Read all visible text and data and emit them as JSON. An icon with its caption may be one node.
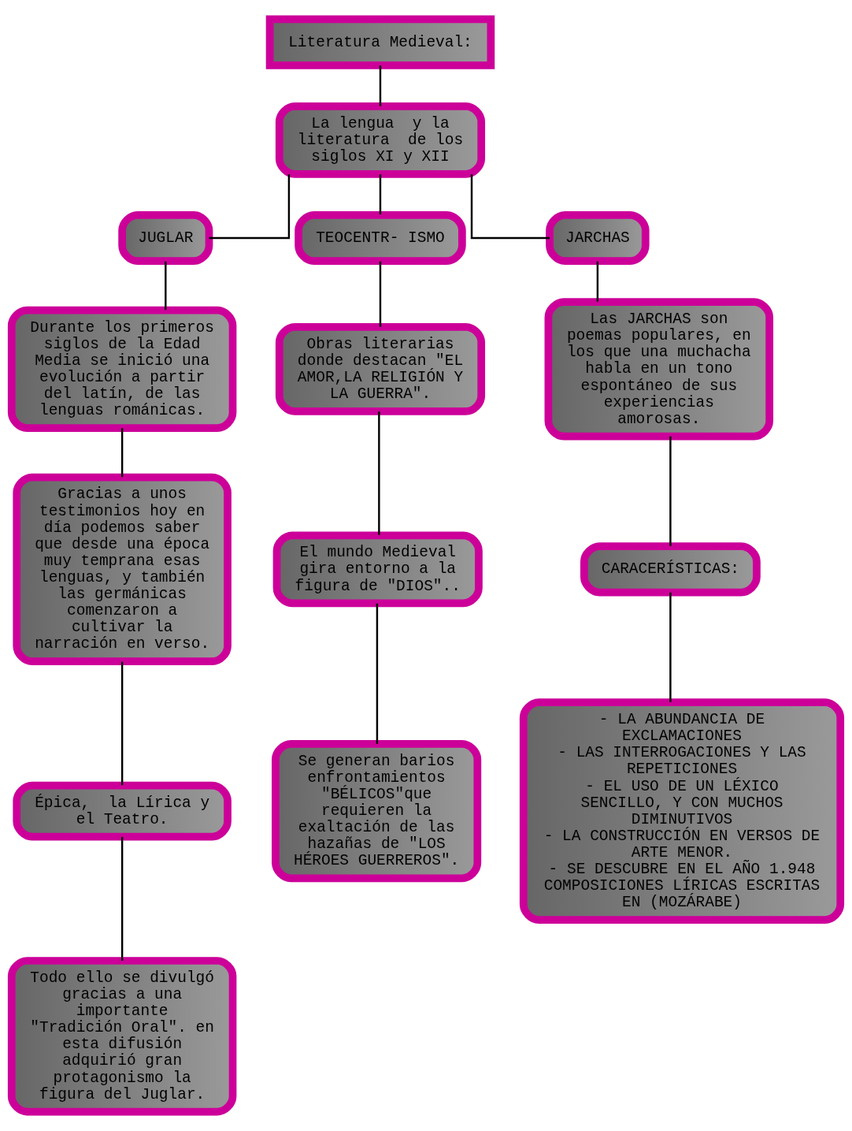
{
  "diagram": {
    "nodes": [
      {
        "text": [
          "Literatura Medieval:"
        ]
      },
      {
        "text": [
          "La lengua  y la literatura  de los siglos XI y XII"
        ]
      },
      {
        "text": [
          "JUGLAR"
        ]
      },
      {
        "text": [
          "TEOCENTR- ISMO"
        ]
      },
      {
        "text": [
          "JARCHAS"
        ]
      },
      {
        "text": [
          "Durante los primeros siglos de la Edad Media se inició una evolución a partir del latín, de las lenguas románicas."
        ]
      },
      {
        "text": [
          "Gracias a unos testimonios hoy en día podemos saber que desde una época muy temprana esas lenguas, y también las germánicas comenzaron a cultivar la narración en verso."
        ]
      },
      {
        "text": [
          "Épica,  la Lírica y el Teatro."
        ]
      },
      {
        "text": [
          "Todo ello se divulgó gracias a una importante \"Tradición Oral\". en esta difusión adquirió gran protagonismo la figura del Juglar."
        ]
      },
      {
        "text": [
          "Obras literarias donde destacan \"EL AMOR,LA RELIGIÓN Y LA GUERRA\"."
        ]
      },
      {
        "text": [
          "El mundo Medieval gira entorno a la figura de \"DIOS\".."
        ]
      },
      {
        "text": [
          "Se generan barios enfrontamientos \"BÉLICOS\"que requieren la exaltación de las hazañas de \"LOS HÉROES GUERREROS\"."
        ]
      },
      {
        "text": [
          "Las JARCHAS son poemas populares, en los que una muchacha habla en un tono espontáneo de sus experiencias amorosas."
        ]
      },
      {
        "text": [
          "CARACERÍSTICAS:"
        ]
      },
      {
        "text": [
          "- LA ABUNDANCIA DE EXCLAMACIONES",
          "- LAS INTERROGACIONES Y LAS REPETICIONES",
          "- EL USO DE UN LÉXICO SENCILLO, Y CON MUCHOS DIMINUTIVOS",
          "- LA CONSTRUCCIÓN EN VERSOS DE ARTE MENOR.",
          "- SE DESCUBRE EN EL AÑO 1.948 COMPOSICIONES LÍRICAS ESCRITAS EN (MOZÁRABE)"
        ]
      }
    ],
    "edges": [
      {
        "from": 0,
        "to": 1,
        "arrow": "none"
      },
      {
        "from": 1,
        "to": 2,
        "arrow": "none"
      },
      {
        "from": 1,
        "to": 3,
        "arrow": "none"
      },
      {
        "from": 1,
        "to": 4,
        "arrow": "none"
      },
      {
        "from": 2,
        "to": 5,
        "arrow": "none"
      },
      {
        "from": 5,
        "to": 6,
        "arrow": "none"
      },
      {
        "from": 6,
        "to": 7,
        "arrow": "none"
      },
      {
        "from": 7,
        "to": 8,
        "arrow": "none"
      },
      {
        "from": 3,
        "to": 9,
        "arrow": "none"
      },
      {
        "from": 9,
        "to": 10,
        "arrow": "none"
      },
      {
        "from": 10,
        "to": 11,
        "arrow": "none"
      },
      {
        "from": 4,
        "to": 12,
        "arrow": "none"
      },
      {
        "from": 12,
        "to": 13,
        "arrow": "none"
      },
      {
        "from": 13,
        "to": 14,
        "arrow": "none"
      }
    ]
  }
}
